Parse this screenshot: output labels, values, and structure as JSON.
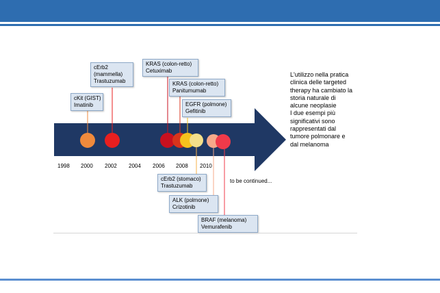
{
  "years": [
    "1998",
    "2000",
    "2002",
    "2004",
    "2006",
    "2008",
    "2010"
  ],
  "events_above": [
    {
      "lines": [
        "cKit (GIST)",
        "Imatinib"
      ],
      "color": "#f08a3c"
    },
    {
      "lines": [
        "cErb2",
        "(mammella)",
        "Trastuzumab"
      ],
      "color": "#e81f1f"
    },
    {
      "lines": [
        "KRAS (colon-retto)",
        "Cetuximab"
      ],
      "color": "#c8101f"
    },
    {
      "lines": [
        "KRAS (colon-retto)",
        "Panitumumab"
      ],
      "color": "#d8341c"
    },
    {
      "lines": [
        "EGFR (polmone)",
        "Gefitinib"
      ],
      "color": "#f6c21d"
    }
  ],
  "events_below": [
    {
      "lines": [
        "cErb2 (stomaco)",
        "Trastuzumab"
      ],
      "color": "#f5e08a"
    },
    {
      "lines": [
        "ALK (polmone)",
        "Crizotinib"
      ],
      "color": "#f6a98a"
    },
    {
      "lines": [
        "BRAF (melanoma)",
        "Vemurafenib"
      ],
      "color": "#f03a4a"
    }
  ],
  "to_be_continued": "to be continued...",
  "note_lines": [
    "L'utilizzo nella pratica",
    "clinica delle targeted",
    "therapy ha cambiato la",
    "storia naturale di",
    "alcune neoplasie",
    "I due esempi più",
    "significativi sono",
    "rappresentati dal",
    "tumore polmonare  e",
    "dal melanoma"
  ],
  "colors": {
    "header": "#2e6db0",
    "arrow": "#1f3864",
    "box_fill": "#dbe5f1"
  }
}
